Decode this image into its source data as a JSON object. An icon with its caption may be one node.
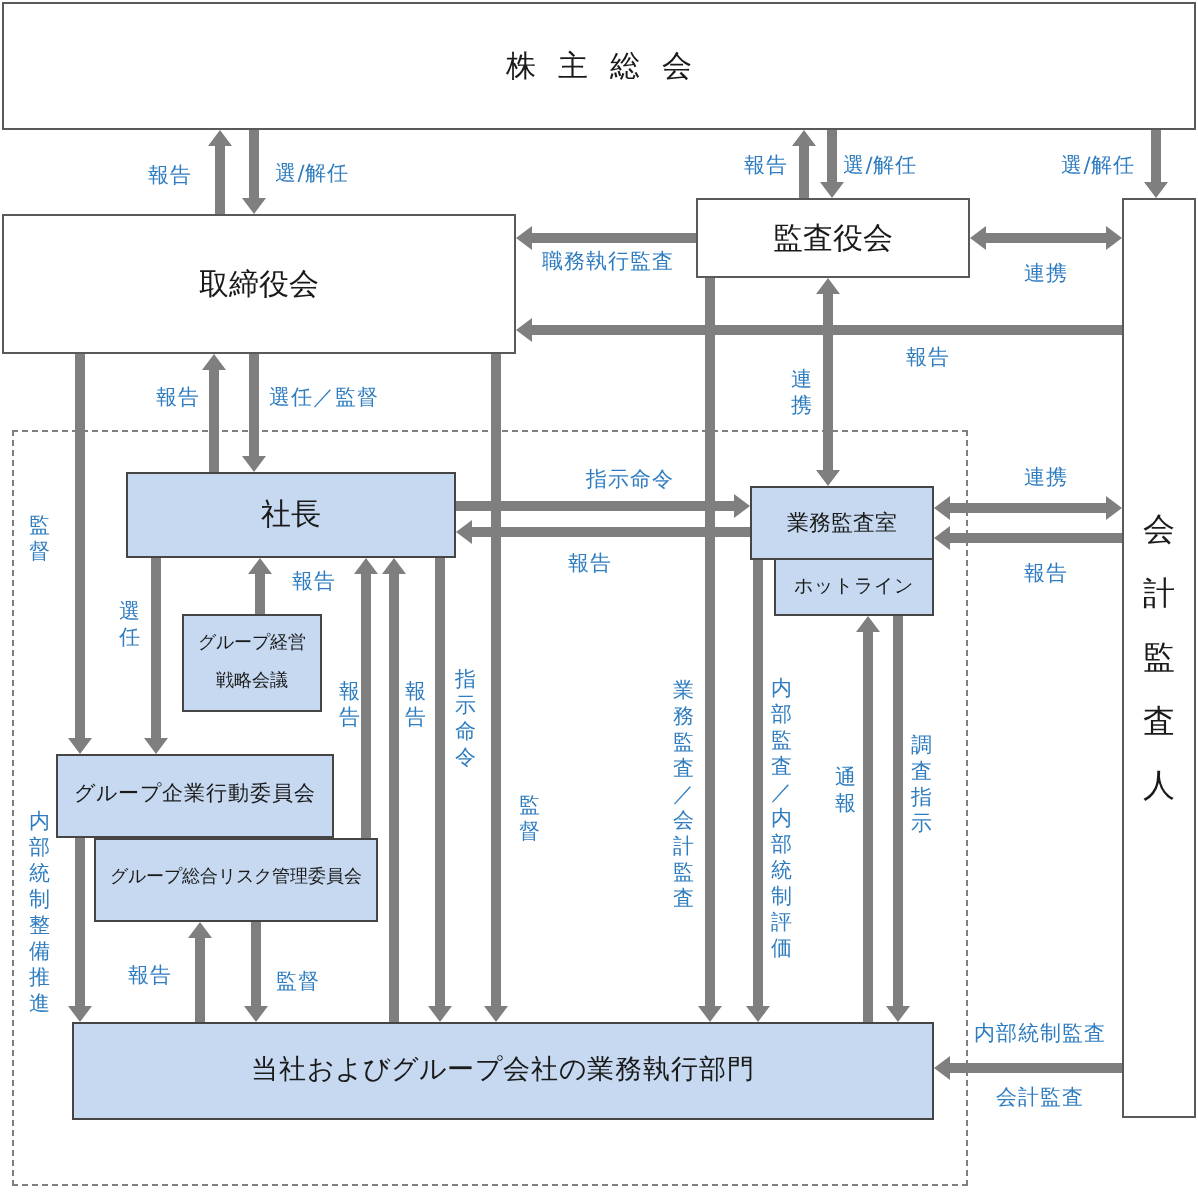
{
  "diagram": {
    "nodes": [
      {
        "text": [
          "株主総会"
        ]
      },
      {
        "text": [
          "取締役会"
        ]
      },
      {
        "text": [
          "監査役会"
        ]
      },
      {
        "text": [
          "会計監査人"
        ]
      },
      {
        "text": [],
        "shape": "box"
      },
      {
        "text": [
          "社長"
        ],
        "in": 4
      },
      {
        "text": [
          "業務監査室"
        ],
        "in": 4
      },
      {
        "text": [
          "ホットライン"
        ],
        "in": 4
      },
      {
        "text": [
          "グループ経営戦略会議"
        ],
        "in": 4
      },
      {
        "text": [
          "グループ企業行動委員会"
        ],
        "in": 4
      },
      {
        "text": [
          "グループ総合リスク管理委員会"
        ],
        "in": 4
      },
      {
        "text": [
          "当社およびグループ会社の業務執行部門"
        ],
        "in": 4
      }
    ],
    "edges": [
      {
        "from": 1,
        "to": 0,
        "arrow": "to",
        "label": "報告"
      },
      {
        "from": 0,
        "to": 1,
        "arrow": "to",
        "label": "選/解任"
      },
      {
        "from": 2,
        "to": 0,
        "arrow": "to",
        "label": "報告"
      },
      {
        "from": 0,
        "to": 2,
        "arrow": "to",
        "label": "選/解任"
      },
      {
        "from": 0,
        "to": 3,
        "arrow": "to",
        "label": "選/解任"
      },
      {
        "from": 2,
        "to": 1,
        "arrow": "to",
        "label": "職務執行監査"
      },
      {
        "from": 2,
        "to": 3,
        "arrow": "both",
        "label": "連携"
      },
      {
        "from": 3,
        "to": 1,
        "arrow": "to",
        "label": "報告"
      },
      {
        "from": 5,
        "to": 1,
        "arrow": "to",
        "label": "報告"
      },
      {
        "from": 1,
        "to": 5,
        "arrow": "to",
        "label": "選任／監督"
      },
      {
        "from": 1,
        "to": 9,
        "arrow": "to",
        "label": "監督"
      },
      {
        "from": 1,
        "to": 11,
        "arrow": "to",
        "label": "監督"
      },
      {
        "from": 2,
        "to": 6,
        "arrow": "both",
        "label": "連携"
      },
      {
        "from": 2,
        "to": 11,
        "arrow": "to",
        "label": "業務監査／会計監査"
      },
      {
        "from": 5,
        "to": 6,
        "arrow": "to",
        "label": "指示命令"
      },
      {
        "from": 6,
        "to": 5,
        "arrow": "to",
        "label": "報告"
      },
      {
        "from": 6,
        "to": 3,
        "arrow": "both",
        "label": "連携"
      },
      {
        "from": 3,
        "to": 6,
        "arrow": "to",
        "label": "報告"
      },
      {
        "from": 5,
        "to": 9,
        "arrow": "to",
        "label": "選任"
      },
      {
        "from": 8,
        "to": 5,
        "arrow": "to",
        "label": "報告"
      },
      {
        "from": 10,
        "to": 5,
        "arrow": "to",
        "label": "報告"
      },
      {
        "from": 11,
        "to": 5,
        "arrow": "to",
        "label": "報告"
      },
      {
        "from": 5,
        "to": 11,
        "arrow": "to",
        "label": "指示命令"
      },
      {
        "from": 6,
        "to": 11,
        "arrow": "to",
        "label": "内部監査／内部統制評価"
      },
      {
        "from": 11,
        "to": 7,
        "arrow": "to",
        "label": "通報"
      },
      {
        "from": 7,
        "to": 11,
        "arrow": "to",
        "label": "調査指示"
      },
      {
        "from": 9,
        "to": 11,
        "arrow": "to",
        "label": "内部統制整備推進"
      },
      {
        "from": 11,
        "to": 10,
        "arrow": "to",
        "label": "報告"
      },
      {
        "from": 10,
        "to": 11,
        "arrow": "to",
        "label": "監督"
      },
      {
        "from": 3,
        "to": 11,
        "arrow": "to",
        "label": "内部統制監査"
      }
    ],
    "labels": [
      "会計監査"
    ]
  }
}
